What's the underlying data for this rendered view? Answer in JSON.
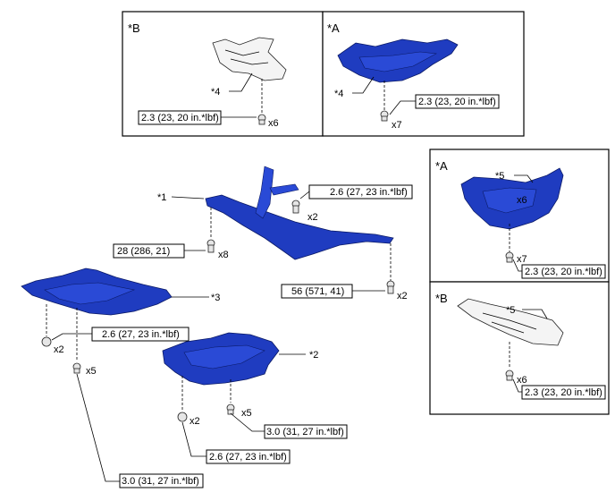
{
  "views": {
    "top_left": {
      "label": "*B"
    },
    "top_mid": {
      "label": "*A"
    },
    "right_top": {
      "label": "*A"
    },
    "right_bot": {
      "label": "*B"
    }
  },
  "parts": {
    "p1": "*1",
    "p2": "*2",
    "p3": "*3",
    "p4a": "*4",
    "p4b": "*4",
    "p5a": "*5",
    "p5b": "*5"
  },
  "torques": {
    "t_topleft": "2.3 (23, 20 in.*lbf)",
    "t_topmid": "2.3 (23, 20 in.*lbf)",
    "t_right_top": "2.3 (23, 20 in.*lbf)",
    "t_right_bot": "2.3 (23, 20 in.*lbf)",
    "t_p1_bolt": "2.6 (27, 23 in.*lbf)",
    "t_p1_mid": "28 (286, 21)",
    "t_p1_right": "56 (571, 41)",
    "t_p3_bolt": "2.6 (27, 23 in.*lbf)",
    "t_p2_a": "3.0 (31, 27 in.*lbf)",
    "t_p2_b": "2.6 (27, 23 in.*lbf)",
    "t_p3_b": "3.0 (31, 27 in.*lbf)"
  },
  "quantities": {
    "q_topleft": "x6",
    "q_topmid": "x7",
    "q_p1_bolt": "x2",
    "q_p1_mid": "x8",
    "q_p1_right": "x2",
    "q_right_top_a": "x6",
    "q_right_top_b": "x7",
    "q_right_bot": "x6",
    "q_p3_a": "x2",
    "q_p3_b": "x5",
    "q_p2_a": "x2",
    "q_p2_b": "x5"
  }
}
